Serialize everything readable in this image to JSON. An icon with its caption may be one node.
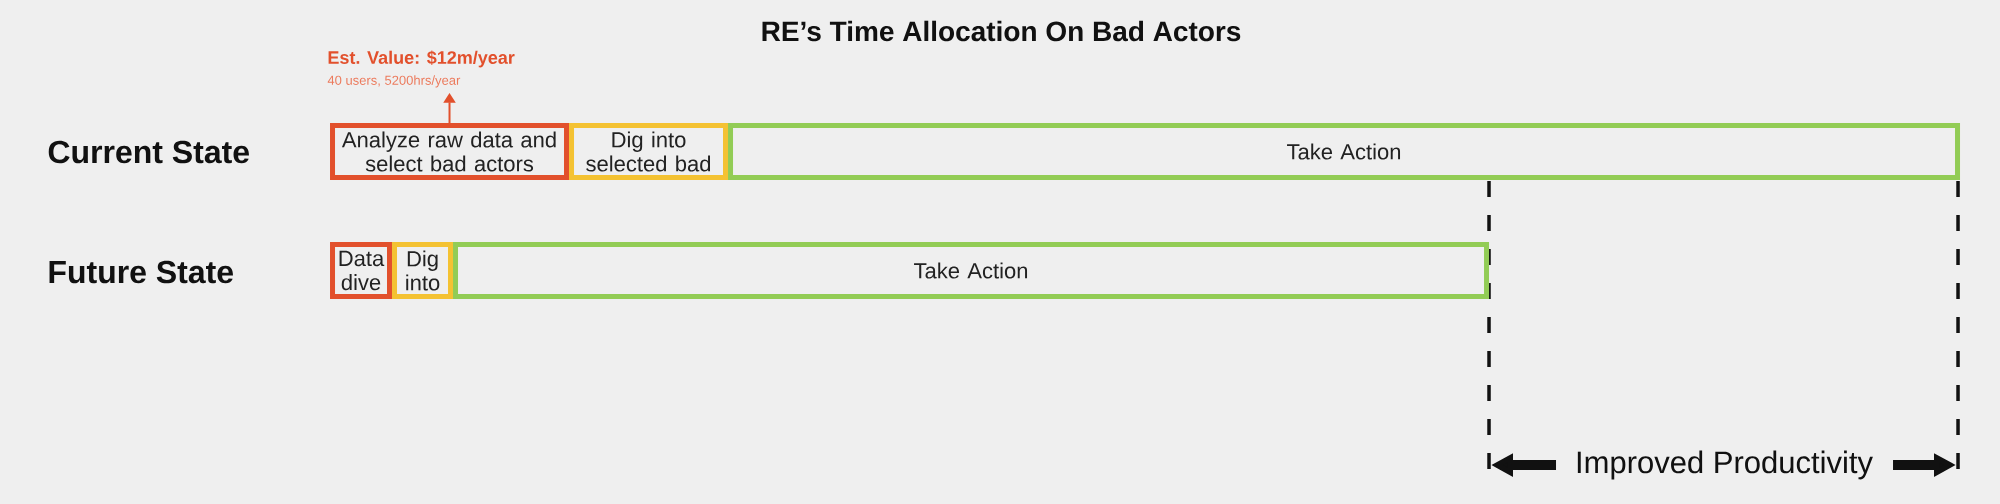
{
  "diagram": {
    "title": "RE’s Time Allocation On Bad Actors",
    "nodes": [
      {
        "text": [
          "Est. Value: $12m/year",
          "40 users, 5200hrs/year"
        ]
      },
      {
        "text": [
          "Analyze raw data and select bad actors"
        ]
      },
      {
        "text": [
          "Dig into selected bad"
        ]
      },
      {
        "text": [
          "Take Action"
        ]
      },
      {
        "text": [
          "Data dive"
        ]
      },
      {
        "text": [
          "Dig into"
        ]
      },
      {
        "text": [
          "Take Action"
        ]
      }
    ],
    "edges": [
      {
        "from": 1,
        "to": 0,
        "arrow": "to"
      }
    ],
    "labels": [
      "Current State",
      "Future State",
      "Improved Productivity"
    ]
  }
}
